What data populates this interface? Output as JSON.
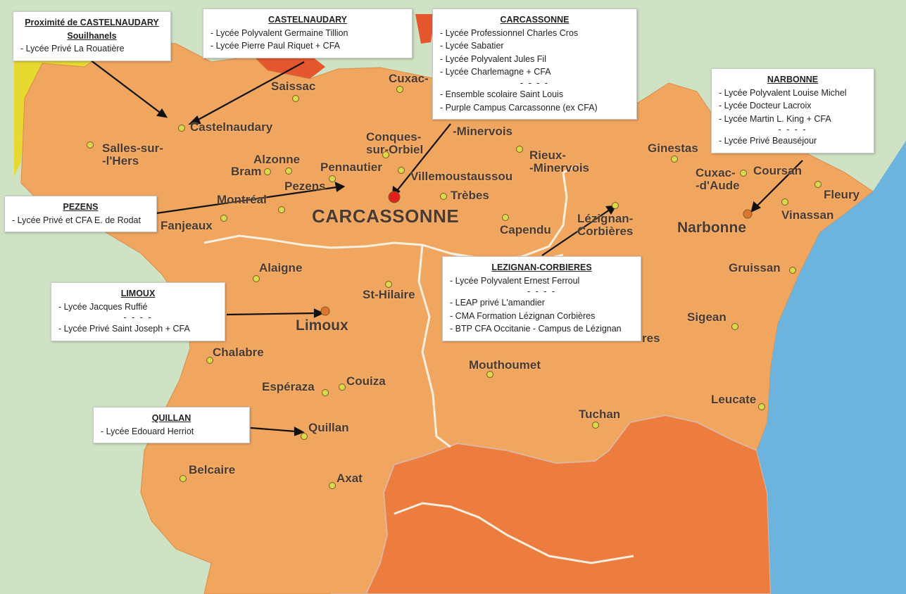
{
  "map": {
    "colors": {
      "sea": "#6cb4de",
      "land_aude": "#f1a660",
      "land_outside": "#c7dcb7",
      "neighbor_south": "#ec7d3f",
      "neighbor_yellow": "#e6d930",
      "border_line": "#f5efe0",
      "town_marker": "#d9d94a",
      "capital_marker": "#e0201a",
      "subprefecture_marker": "#e0742f",
      "arrow": "#111111"
    },
    "towns": [
      {
        "id": "carcassonne",
        "label": "CARCASSONNE",
        "size": "big",
        "marker": "capital"
      },
      {
        "id": "narbonne",
        "label": "Narbonne",
        "size": "mid",
        "marker": "sub"
      },
      {
        "id": "limoux",
        "label": "Limoux",
        "size": "mid",
        "marker": "sub"
      },
      {
        "id": "castelnaudary",
        "label": "Castelnaudary",
        "size": "normal",
        "marker": "town"
      },
      {
        "id": "saissac",
        "label": "Saissac",
        "size": "normal",
        "marker": "town"
      },
      {
        "id": "cuxac-cabardes",
        "label": "Cuxac-",
        "size": "normal",
        "marker": "town"
      },
      {
        "id": "salles-sur-lhers",
        "label": "Salles-sur-\n-l'Hers",
        "size": "normal",
        "marker": "town"
      },
      {
        "id": "conques",
        "label": "Conques-\nsur-Orbiel",
        "size": "normal",
        "marker": "town"
      },
      {
        "id": "minervois",
        "label": "-Minervois",
        "size": "normal",
        "marker": "none"
      },
      {
        "id": "rieux",
        "label": "Rieux-\n-Minervois",
        "size": "normal",
        "marker": "town"
      },
      {
        "id": "ginestas",
        "label": "Ginestas",
        "size": "normal",
        "marker": "town"
      },
      {
        "id": "alzonne",
        "label": "Alzonne",
        "size": "normal",
        "marker": "town"
      },
      {
        "id": "bram",
        "label": "Bram",
        "size": "normal",
        "marker": "town"
      },
      {
        "id": "pennautier",
        "label": "Pennautier",
        "size": "normal",
        "marker": "town"
      },
      {
        "id": "villemoustaussou",
        "label": "Villemoustaussou",
        "size": "normal",
        "marker": "town"
      },
      {
        "id": "pezens",
        "label": "Pezens",
        "size": "normal",
        "marker": "none"
      },
      {
        "id": "montreal",
        "label": "Montréal",
        "size": "normal",
        "marker": "town"
      },
      {
        "id": "trebes",
        "label": "Trèbes",
        "size": "normal",
        "marker": "town"
      },
      {
        "id": "cuxac-daude",
        "label": "Cuxac-\n-d'Aude",
        "size": "normal",
        "marker": "town"
      },
      {
        "id": "coursan",
        "label": "Coursan",
        "size": "normal",
        "marker": "none"
      },
      {
        "id": "fleury",
        "label": "Fleury",
        "size": "normal",
        "marker": "town"
      },
      {
        "id": "vinassan",
        "label": "Vinassan",
        "size": "normal",
        "marker": "town"
      },
      {
        "id": "fanjeaux",
        "label": "Fanjeaux",
        "size": "normal",
        "marker": "town"
      },
      {
        "id": "capendu",
        "label": "Capendu",
        "size": "normal",
        "marker": "town"
      },
      {
        "id": "lezignan",
        "label": "Lézignan-\nCorbières",
        "size": "normal",
        "marker": "town"
      },
      {
        "id": "alaigne",
        "label": "Alaigne",
        "size": "normal",
        "marker": "town"
      },
      {
        "id": "gruissan",
        "label": "Gruissan",
        "size": "normal",
        "marker": "town"
      },
      {
        "id": "st-hilaire",
        "label": "St-Hilaire",
        "size": "normal",
        "marker": "town"
      },
      {
        "id": "sigean",
        "label": "Sigean",
        "size": "normal",
        "marker": "town"
      },
      {
        "id": "tres",
        "label": "res",
        "size": "normal",
        "marker": "none"
      },
      {
        "id": "chalabre",
        "label": "Chalabre",
        "size": "normal",
        "marker": "town"
      },
      {
        "id": "mouthoumet",
        "label": "Mouthoumet",
        "size": "normal",
        "marker": "town"
      },
      {
        "id": "esperaza",
        "label": "Espéraza",
        "size": "normal",
        "marker": "town"
      },
      {
        "id": "couiza",
        "label": "Couiza",
        "size": "normal",
        "marker": "town"
      },
      {
        "id": "leucate",
        "label": "Leucate",
        "size": "normal",
        "marker": "town"
      },
      {
        "id": "tuchan",
        "label": "Tuchan",
        "size": "normal",
        "marker": "town"
      },
      {
        "id": "quillan",
        "label": "Quillan",
        "size": "normal",
        "marker": "town"
      },
      {
        "id": "belcaire",
        "label": "Belcaire",
        "size": "normal",
        "marker": "town"
      },
      {
        "id": "axat",
        "label": "Axat",
        "size": "normal",
        "marker": "town"
      }
    ],
    "boxes": [
      {
        "id": "souilhanels",
        "title": "Proximité de CASTELNAUDARY",
        "subtitle": "Souilhanels",
        "lines": [
          "- Lycée Privé La Rouatière"
        ]
      },
      {
        "id": "castelnaudary",
        "title": "CASTELNAUDARY",
        "lines": [
          "- Lycée Polyvalent Germaine Tillion",
          "- Lycée Pierre Paul Riquet + CFA"
        ]
      },
      {
        "id": "carcassonne",
        "title": "CARCASSONNE",
        "lines": [
          "- Lycée Professionnel Charles Cros",
          "- Lycée Sabatier",
          "- Lycée Polyvalent Jules Fil",
          "- Lycée Charlemagne + CFA",
          "- - - -",
          "- Ensemble scolaire Saint Louis",
          "- Purple Campus Carcassonne (ex CFA)"
        ]
      },
      {
        "id": "narbonne",
        "title": "NARBONNE",
        "lines": [
          "- Lycée Polyvalent Louise Michel",
          "- Lycée Docteur Lacroix",
          "- Lycée Martin L. King + CFA",
          "- - - -",
          "- Lycée Privé Beauséjour"
        ]
      },
      {
        "id": "pezens",
        "title": "PEZENS",
        "lines": [
          "- Lycée Privé et CFA E. de Rodat"
        ]
      },
      {
        "id": "lezignan",
        "title": "LEZIGNAN-CORBIERES",
        "lines": [
          "- Lycée Polyvalent Ernest Ferroul",
          "- - - -",
          "- LEAP privé L'amandier",
          "- CMA Formation Lézignan Corbières",
          "- BTP CFA Occitanie - Campus de Lézignan"
        ]
      },
      {
        "id": "limoux",
        "title": "LIMOUX",
        "lines": [
          "- Lycée Jacques Ruffié",
          "- - - -",
          "- Lycée Privé Saint Joseph + CFA"
        ]
      },
      {
        "id": "quillan",
        "title": "QUILLAN",
        "lines": [
          "- Lycée Edouard Herriot"
        ]
      }
    ]
  }
}
